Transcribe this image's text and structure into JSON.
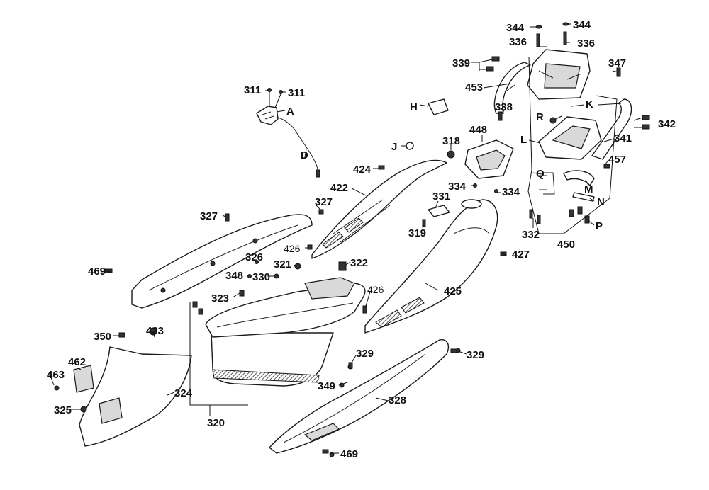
{
  "labels": {
    "l344a": "344",
    "l344b": "344",
    "l336a": "336",
    "l336b": "336",
    "l347": "347",
    "l339": "339",
    "l453": "453",
    "l338": "338",
    "lR": "R",
    "lK": "K",
    "l342": "342",
    "l341": "341",
    "lL": "L",
    "l457": "457",
    "lQ": "Q",
    "lM": "M",
    "lN": "N",
    "lP": "P",
    "l332": "332",
    "l450": "450",
    "l448": "448",
    "lH": "H",
    "l318": "318",
    "lJ": "J",
    "l311a": "311",
    "l311b": "311",
    "lA": "A",
    "lD": "D",
    "l424": "424",
    "l422": "422",
    "l334a": "334",
    "l334b": "334",
    "l331": "331",
    "l319": "319",
    "l327a": "327",
    "l327b": "327",
    "l426a": "426",
    "l426b": "426",
    "l427": "427",
    "l326": "326",
    "l321": "321",
    "l322": "322",
    "l348": "348",
    "l330": "330",
    "l469a": "469",
    "l469b": "469",
    "l323": "323",
    "l425": "425",
    "l350": "350",
    "l423": "423",
    "l462": "462",
    "l463": "463",
    "l324": "324",
    "l325": "325",
    "l320": "320",
    "l329a": "329",
    "l329b": "329",
    "l349": "349",
    "l328": "328"
  }
}
